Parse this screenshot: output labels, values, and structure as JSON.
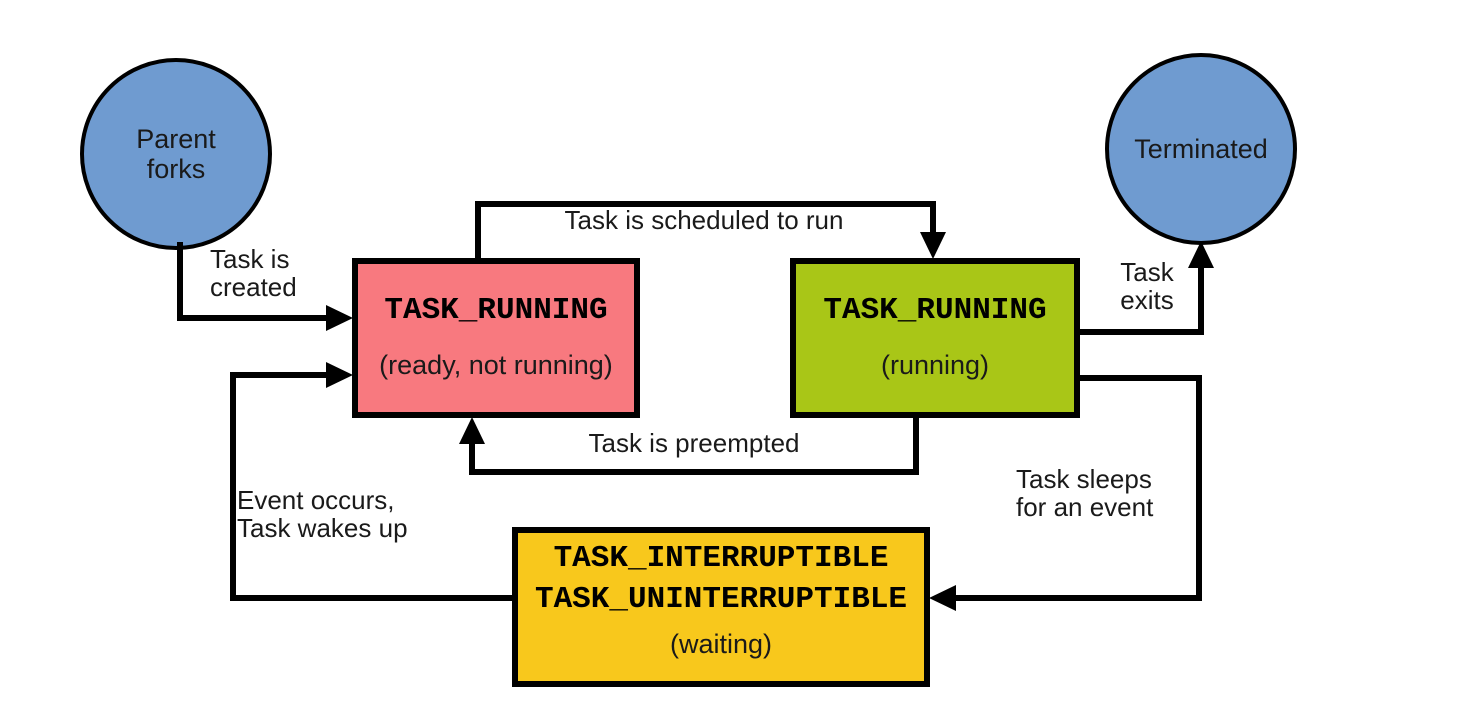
{
  "colors": {
    "circle_fill": "#6F9BD0",
    "ready_box_fill": "#F8797F",
    "running_box_fill": "#A9C617",
    "waiting_box_fill": "#F8C81C",
    "line_color": "#000000",
    "background": "#FFFFFF"
  },
  "nodes": {
    "parent": {
      "label_line1": "Parent",
      "label_line2": "forks"
    },
    "terminated": {
      "label": "Terminated"
    },
    "ready": {
      "title": "TASK_RUNNING",
      "subtitle": "(ready, not running)"
    },
    "running": {
      "title": "TASK_RUNNING",
      "subtitle": "(running)"
    },
    "waiting": {
      "title_line1": "TASK_INTERRUPTIBLE",
      "title_line2": "TASK_UNINTERRUPTIBLE",
      "subtitle": "(waiting)"
    }
  },
  "edges": {
    "created": {
      "label_line1": "Task is",
      "label_line2": "created"
    },
    "scheduled": {
      "label": "Task is scheduled to run"
    },
    "preempted": {
      "label": "Task is preempted"
    },
    "exits": {
      "label_line1": "Task",
      "label_line2": "exits"
    },
    "sleeps": {
      "label_line1": "Task sleeps",
      "label_line2": "for an event"
    },
    "wakes": {
      "label_line1": "Event occurs,",
      "label_line2": "Task wakes up"
    }
  }
}
